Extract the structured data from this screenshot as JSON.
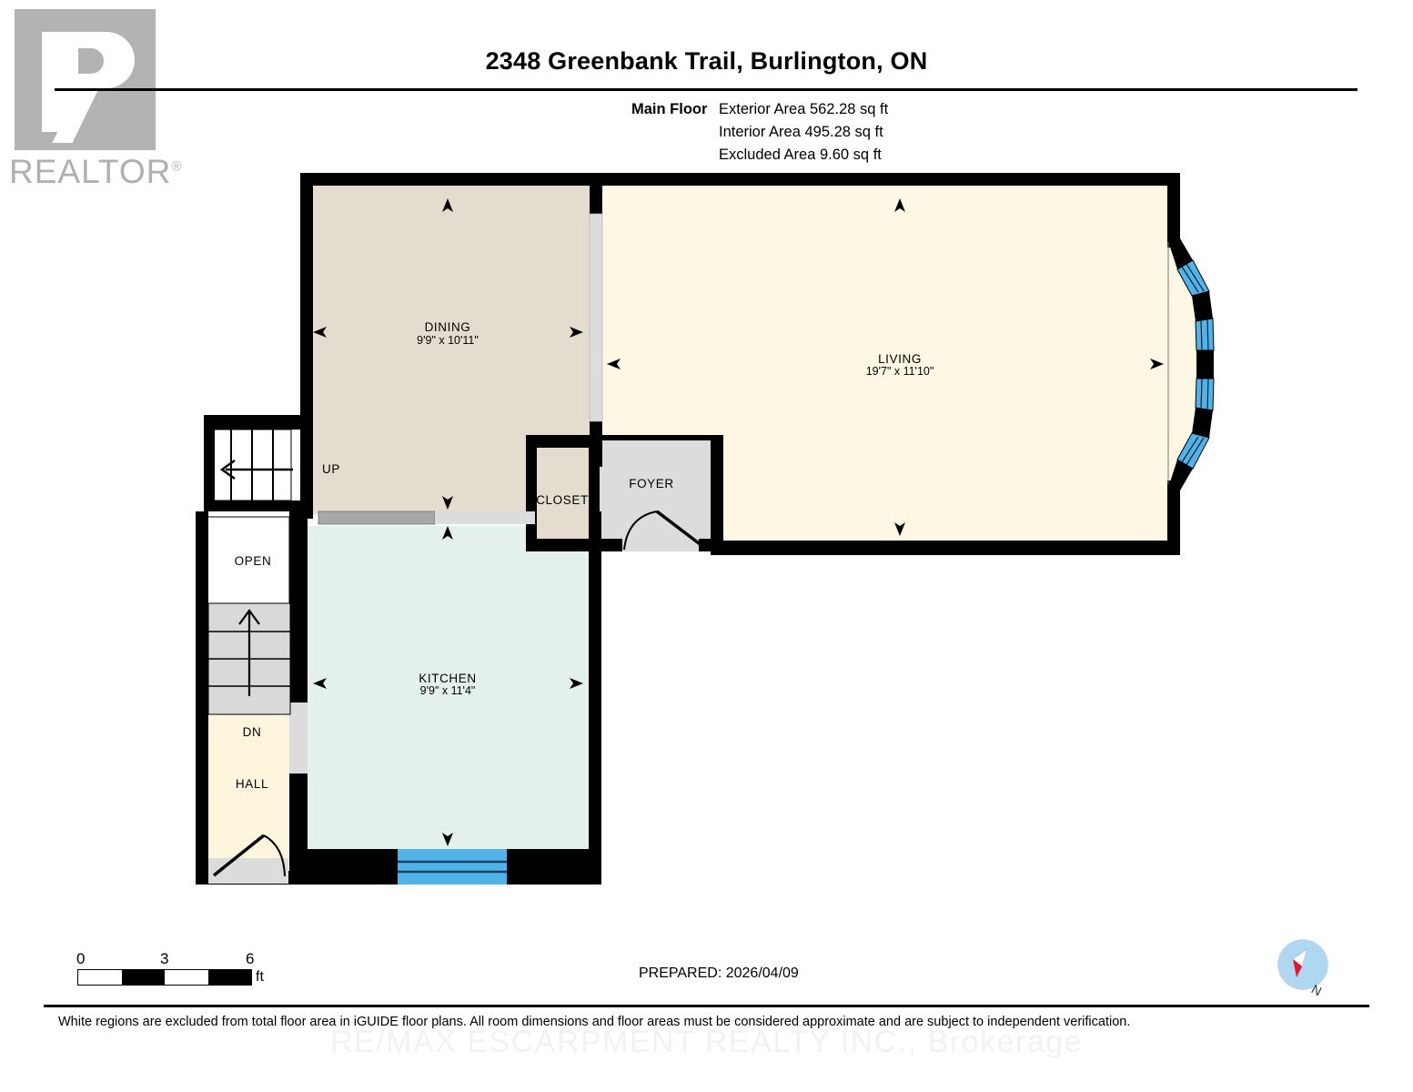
{
  "logo": {
    "name": "REALTOR",
    "registered_mark": "®"
  },
  "header": {
    "title": "2348 Greenbank Trail, Burlington, ON",
    "floor_label": "Main Floor",
    "areas": [
      "Exterior Area 562.28 sq ft",
      "Interior Area 495.28 sq ft",
      "Excluded Area 9.60 sq ft"
    ]
  },
  "rooms": {
    "dining": {
      "name": "DINING",
      "dims": "9'9\" x 10'11\"",
      "fill": "#e5dcd0"
    },
    "living": {
      "name": "LIVING",
      "dims": "19'7\" x 11'10\"",
      "fill": "#fdf7e3"
    },
    "kitchen": {
      "name": "KITCHEN",
      "dims": "9'9\" x 11'4\"",
      "fill": "#e4f0eb"
    },
    "foyer": {
      "name": "FOYER",
      "dims": "",
      "fill": "#dcdcdc"
    },
    "closet": {
      "name": "CLOSET",
      "dims": "",
      "fill": "#e5dcd0"
    },
    "hall": {
      "name": "HALL",
      "dims": "",
      "fill": "#fdf5dc"
    },
    "open": {
      "name": "OPEN",
      "dims": "",
      "fill": "#ffffff"
    }
  },
  "stairs": {
    "up_label": "UP",
    "dn_label": "DN"
  },
  "colors": {
    "wall": "#000000",
    "window": "#52b3e8",
    "door_opening": "#dcdcdc",
    "stair_gray": "#d9d9d9",
    "counter": "#a8a8a8"
  },
  "footer": {
    "scale": {
      "ticks": [
        "0",
        "3",
        "6"
      ],
      "unit": "ft"
    },
    "prepared": "PREPARED: 2026/04/09",
    "compass": {
      "label": "N"
    },
    "disclaimer": "White regions are excluded from total floor area in iGUIDE floor plans. All room dimensions and floor areas must be considered approximate and are subject to independent verification.",
    "watermark": "RE/MAX ESCARPMENT REALTY INC., Brokerage"
  }
}
